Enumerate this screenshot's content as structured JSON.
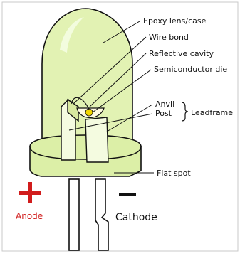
{
  "labels": {
    "epoxy": "Epoxy lens/case",
    "wire_bond": "Wire bond",
    "reflective_cavity": "Reflective cavity",
    "semiconductor_die": "Semiconductor die",
    "anvil": "Anvil",
    "post": "Post",
    "leadframe": "Leadframe",
    "flat_spot": "Flat spot",
    "anode": "Anode",
    "cathode": "Cathode"
  },
  "symbols": {
    "plus": "+",
    "minus": "–"
  },
  "colors": {
    "lens": "#e2f2b3",
    "lens_light": "#f3fbd8",
    "outline": "#111111",
    "anode": "#d11c1c",
    "cathode": "#111111",
    "die_glow": "#f2d600"
  }
}
